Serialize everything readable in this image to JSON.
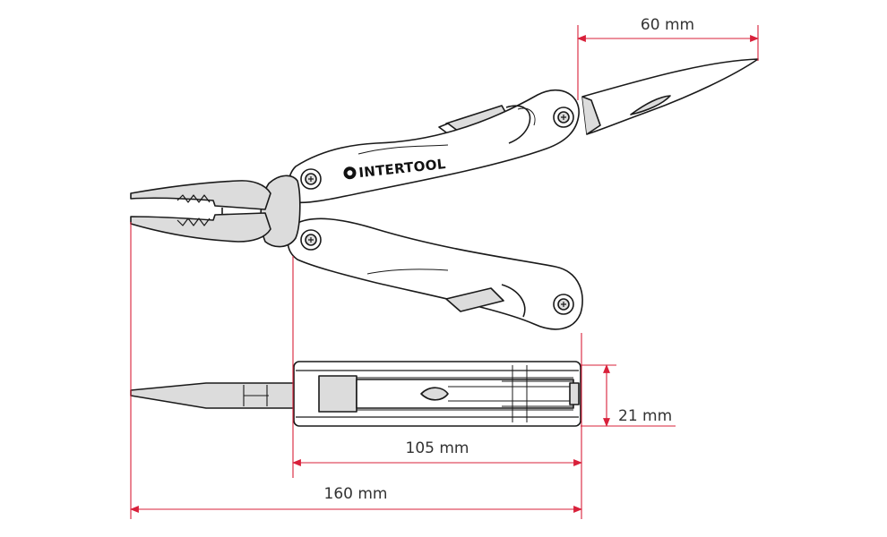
{
  "brand": {
    "name": "INTERTOOL"
  },
  "dimensions": {
    "blade_length": "60 mm",
    "closed_thickness": "21 mm",
    "handle_length": "105 mm",
    "total_length": "160 mm"
  },
  "colors": {
    "dimension_line": "#d8203a",
    "outline": "#1a1a1a",
    "metal_fill": "#dcdcdc",
    "handle_fill": "#ffffff",
    "text": "#333333"
  }
}
